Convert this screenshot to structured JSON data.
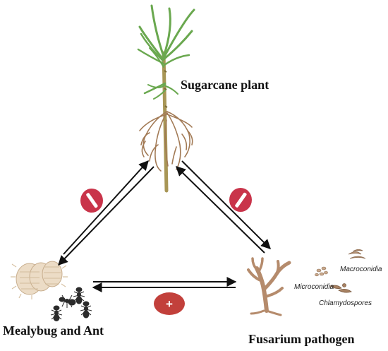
{
  "labels": {
    "sugarcane": "Sugarcane plant",
    "mealybug": "Mealybug and Ant",
    "fusarium": "Fusarium pathogen",
    "macroconidia": "Macroconidia",
    "microconidia": "Microconidia",
    "chlamydospores": "Chlamydospores"
  },
  "interactions": {
    "mealybug_sugarcane": "negative",
    "fusarium_sugarcane": "negative",
    "mealybug_fusarium": "+"
  },
  "colors": {
    "badge": "#c9344a",
    "badge_positive": "#c2403b",
    "leaf": "#6aa84f",
    "root": "#a27a55",
    "stalk": "#9c8a4e",
    "fungus": "#b58b6c",
    "mealybug": "#e8d4bd",
    "ant": "#2b2b2b",
    "arrow": "#111111"
  }
}
